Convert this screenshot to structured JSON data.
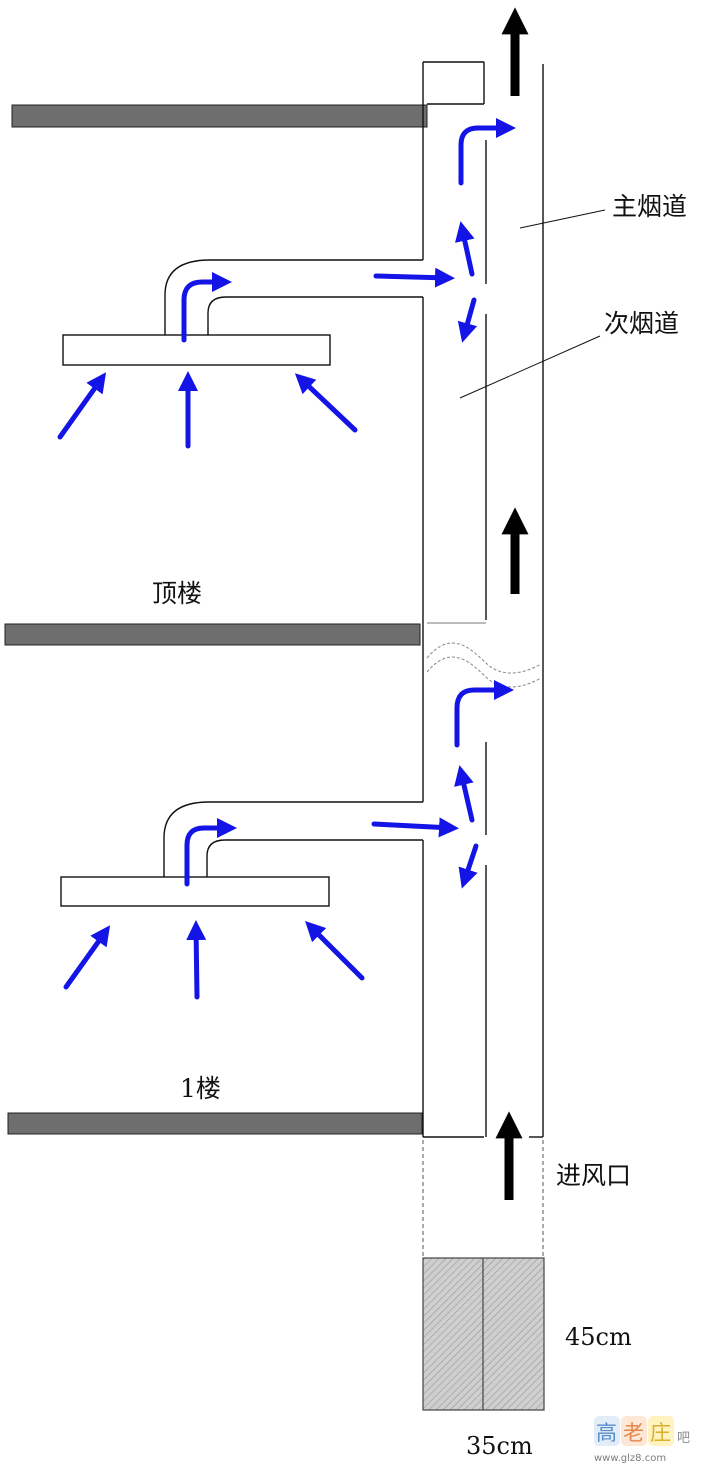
{
  "labels": {
    "main_flue": "主烟道",
    "secondary_flue": "次烟道",
    "top_floor": "顶楼",
    "first_floor": "1楼",
    "air_inlet": "进风口",
    "height": "45cm",
    "width": "35cm"
  },
  "watermark": {
    "logo_chars": [
      "高",
      "老",
      "庄",
      "吧"
    ],
    "url": "www.glz8.com"
  },
  "colors": {
    "flow_arrow": "#1414e6",
    "draft_arrow": "#000000",
    "floor_slab": "#6e6e6e",
    "inlet_box": "#c9c9c9",
    "line": "#111111"
  },
  "icons": {
    "flow": "blue-flow-arrow-icon",
    "draft": "black-upward-arrow-icon"
  }
}
